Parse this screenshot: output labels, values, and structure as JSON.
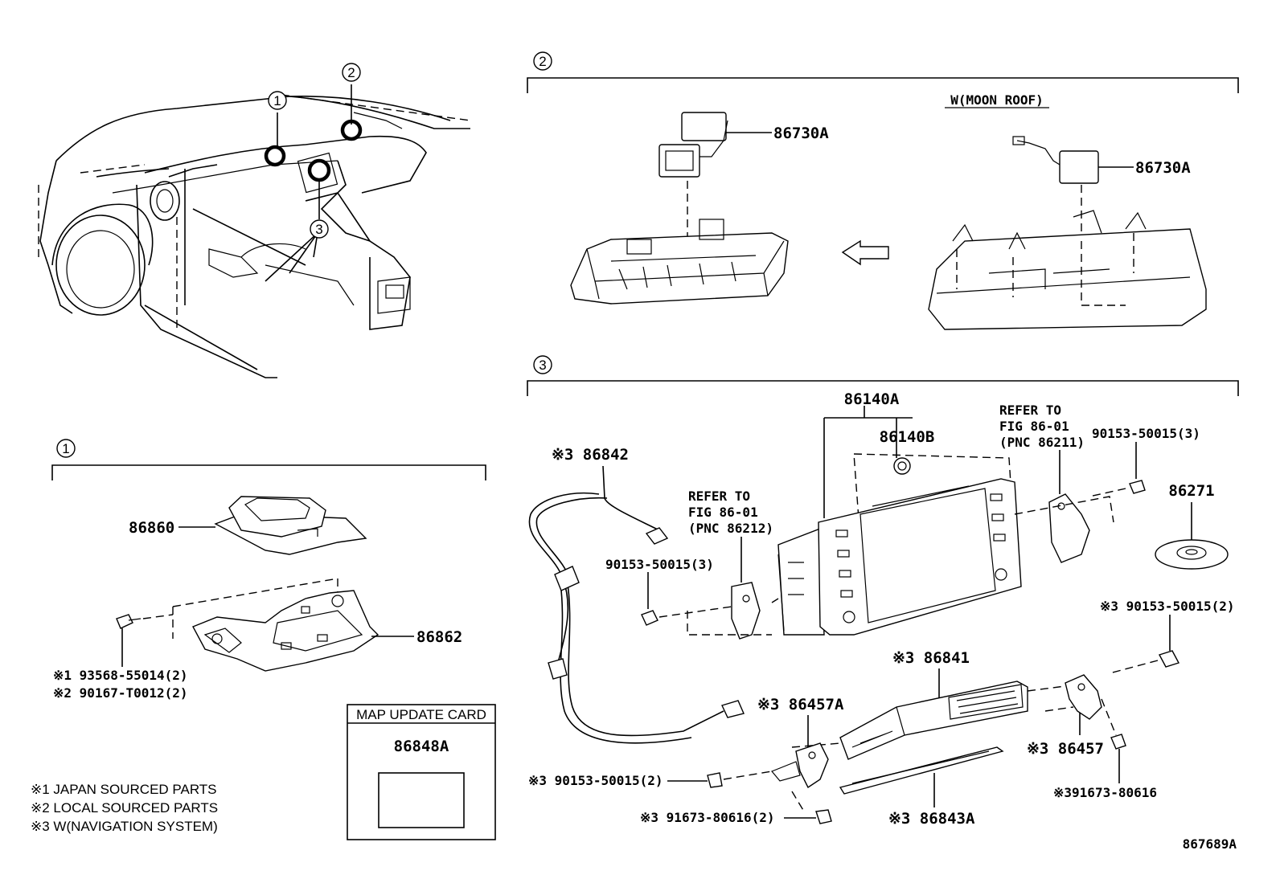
{
  "section_markers": {
    "one": "1",
    "two": "2",
    "three": "3"
  },
  "overview": {
    "callout_1": "1",
    "callout_2": "2",
    "callout_3": "3"
  },
  "section_2": {
    "moon_roof_label": "W(MOON ROOF)",
    "part_left": "86730A",
    "part_right": "86730A"
  },
  "section_1": {
    "part_86860": "86860",
    "part_86862": "86862",
    "bolt_1": "※1 93568-55014(2)",
    "bolt_2": "※2 90167-T0012(2)"
  },
  "map_card": {
    "title": "MAP UPDATE CARD",
    "part": "86848A"
  },
  "notes": [
    "※1 JAPAN SOURCED PARTS",
    "※2 LOCAL SOURCED PARTS",
    "※3 W(NAVIGATION SYSTEM)"
  ],
  "section_3": {
    "p86140A": "86140A",
    "p86140B": "86140B",
    "p86842": "※3 86842",
    "ref_left_1": "REFER TO",
    "ref_left_2": "FIG 86-01",
    "ref_left_3": "(PNC 86212)",
    "ref_right_1": "REFER TO",
    "ref_right_2": "FIG 86-01",
    "ref_right_3": "(PNC 86211)",
    "bolt_left": "90153-50015(3)",
    "bolt_right_top": "90153-50015(3)",
    "p86271": "86271",
    "bolt_right_mid": "※3 90153-50015(2)",
    "p86841": "※3 86841",
    "p86457A": "※3 86457A",
    "p86457": "※3 86457",
    "bolt_bottom_left": "※3 90153-50015(2)",
    "screw_bottom_left": "※3 91673-80616(2)",
    "screw_bottom_right": "※391673-80616",
    "p86843A": "※3 86843A"
  },
  "figure_id": "867689A"
}
